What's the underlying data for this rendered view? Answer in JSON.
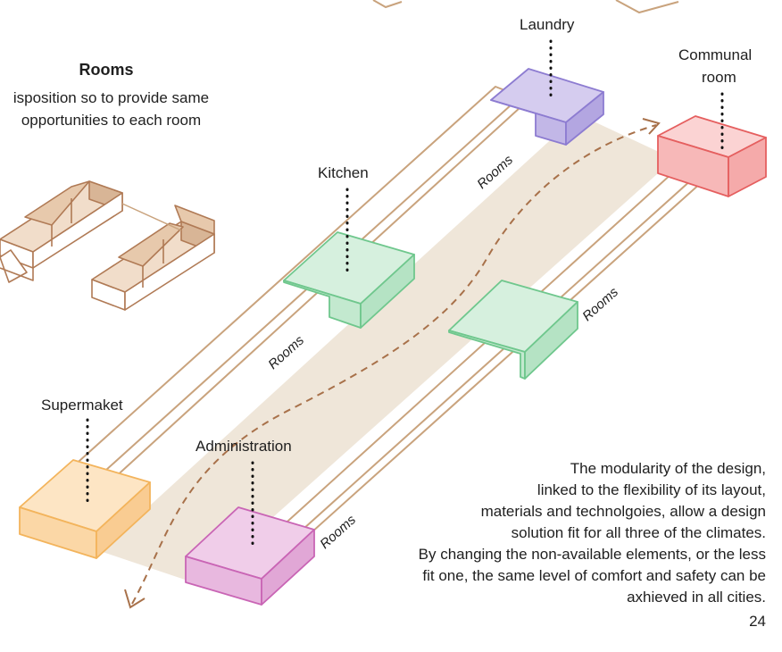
{
  "rooms_panel": {
    "title": "Rooms",
    "subtitle": "isposition so to provide same opportunities to each room"
  },
  "labels": {
    "laundry": "Laundry",
    "communal_line1": "Communal",
    "communal_line2": "room",
    "kitchen": "Kitchen",
    "supermarket": "Supermaket",
    "administration": "Administration"
  },
  "wing_label": "Rooms",
  "caption_lines": [
    "The modularity of the design,",
    "linked to the flexibility of its layout,",
    "materials and technolgoies, allow a design",
    "solution fit for all three of the climates.",
    "By changing the non-available elements, or the less",
    "fit one, the same level of comfort and safety can be",
    "axhieved in all cities."
  ],
  "page_number": "24",
  "colors": {
    "wing_outline": "#c9a37d",
    "corridor_fill": "#efe6d9",
    "path_dash": "#a8714a",
    "laundry": "#a99bd8",
    "communal": "#ee8080",
    "kitchen": "#86d3a0",
    "supermarket": "#f6c784",
    "administration": "#d98bc8",
    "module": "#b07a55"
  }
}
